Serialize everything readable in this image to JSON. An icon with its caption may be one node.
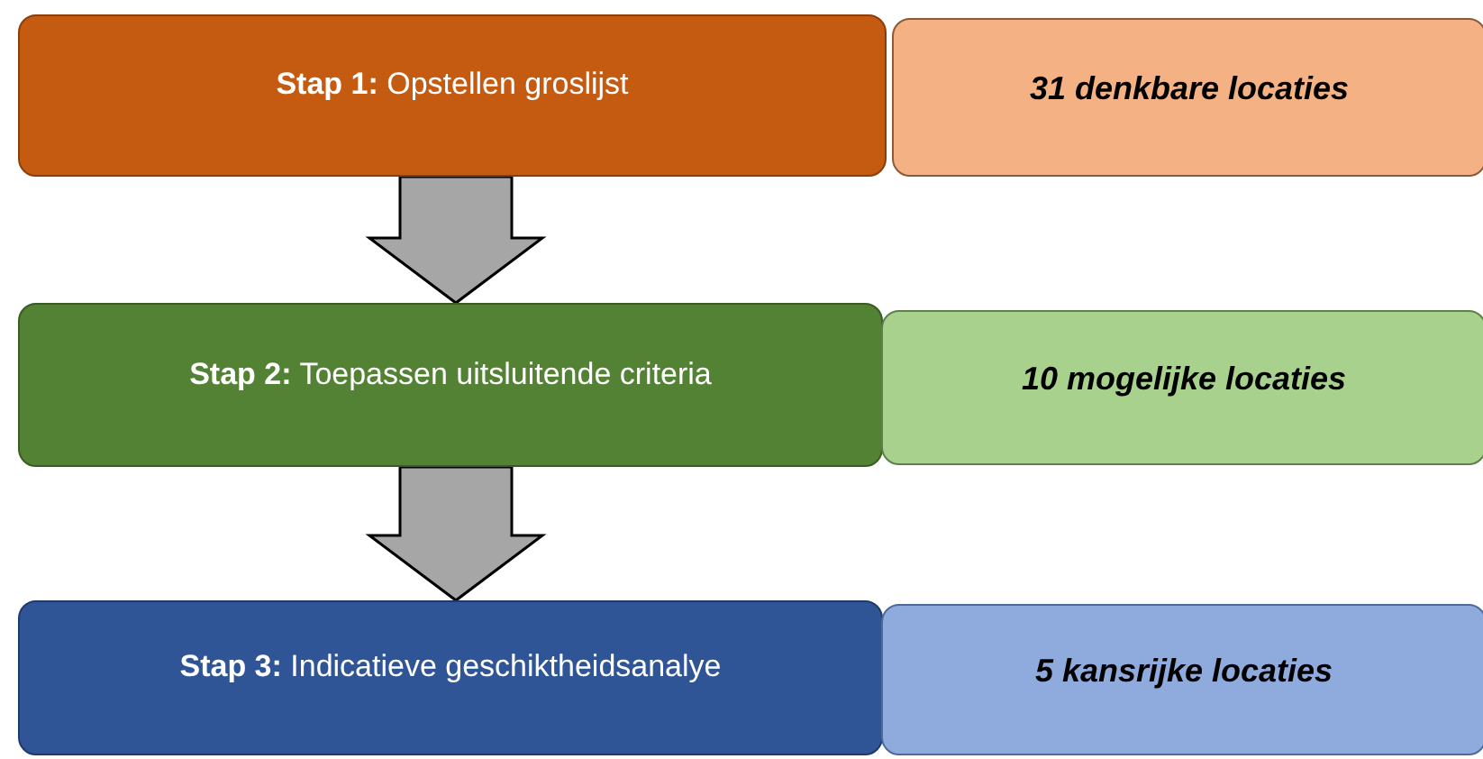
{
  "diagram": {
    "nodes": [
      {
        "text": [
          "**Stap 1:** Opstellen groslijst"
        ]
      },
      {
        "text": [
          "31 denkbare locaties"
        ]
      },
      {
        "text": [
          "**Stap 2:** Toepassen uitsluitende criteria"
        ]
      },
      {
        "text": [
          "10 mogelijke locaties"
        ]
      },
      {
        "text": [
          "**Stap 3:** Indicatieve geschiktheidsanalye"
        ]
      },
      {
        "text": [
          "5 kansrijke locaties"
        ]
      }
    ],
    "edges": [
      {
        "from": 0,
        "to": 2,
        "arrow": "to",
        "style": "thick"
      },
      {
        "from": 2,
        "to": 4,
        "arrow": "to",
        "style": "thick"
      }
    ]
  }
}
